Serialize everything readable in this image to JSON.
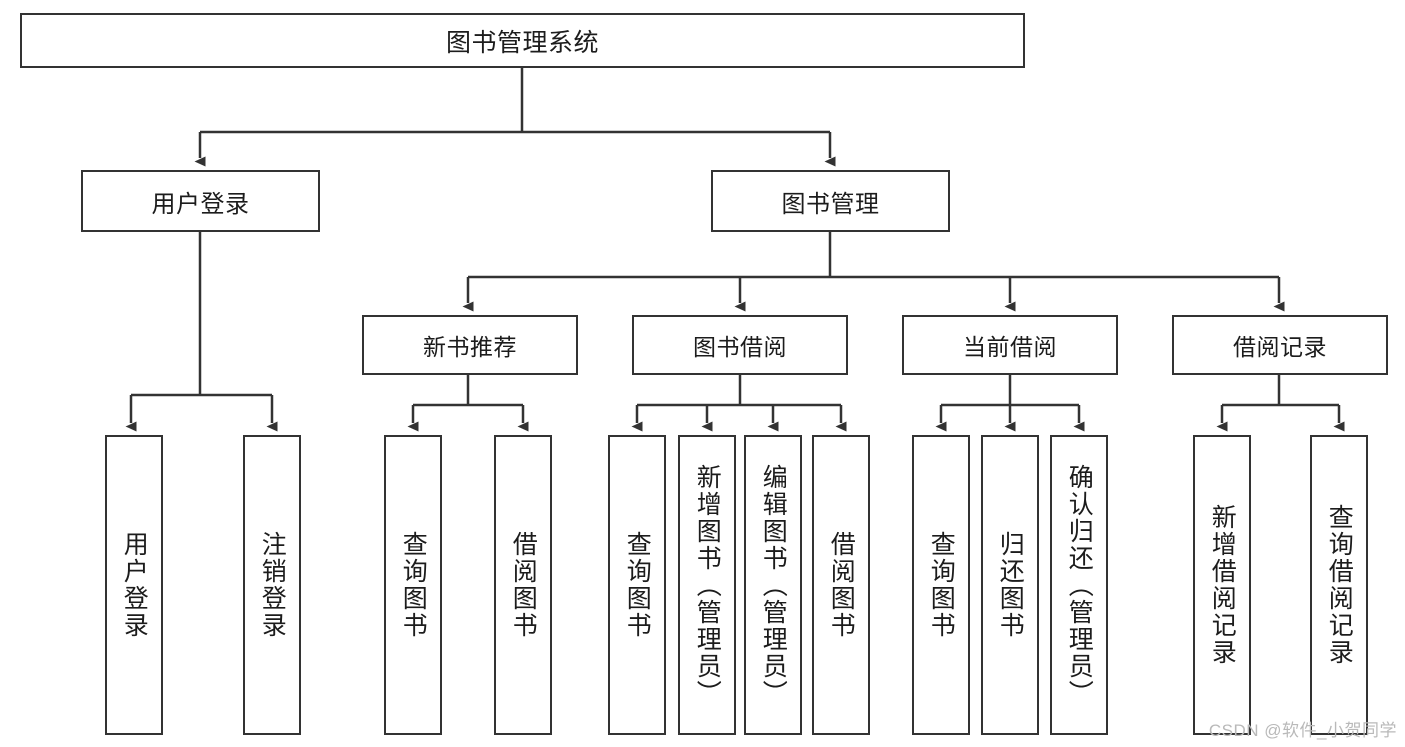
{
  "diagram": {
    "type": "tree",
    "title": "图书管理系统",
    "orientation": "top-down",
    "colors": {
      "box_border": "#333333",
      "box_fill": "#ffffff",
      "connector": "#333333",
      "text": "#1c1c1c",
      "watermark": "#b9b9b9",
      "background": "#ffffff"
    },
    "root": {
      "label": "图书管理系统"
    },
    "level2": [
      {
        "label": "用户登录"
      },
      {
        "label": "图书管理"
      }
    ],
    "level3": [
      {
        "label": "新书推荐"
      },
      {
        "label": "图书借阅"
      },
      {
        "label": "当前借阅"
      },
      {
        "label": "借阅记录"
      }
    ],
    "leaves": {
      "user_login": [
        {
          "label": "用户登录"
        },
        {
          "label": "注销登录"
        }
      ],
      "new_book_recommend": [
        {
          "label": "查询图书"
        },
        {
          "label": "借阅图书"
        }
      ],
      "book_borrow": [
        {
          "label": "查询图书"
        },
        {
          "label": "新增图书（管理员）"
        },
        {
          "label": "编辑图书（管理员）"
        },
        {
          "label": "借阅图书"
        }
      ],
      "current_borrow": [
        {
          "label": "查询图书"
        },
        {
          "label": "归还图书"
        },
        {
          "label": "确认归还（管理员）"
        }
      ],
      "borrow_record": [
        {
          "label": "新增借阅记录"
        },
        {
          "label": "查询借阅记录"
        }
      ]
    }
  },
  "watermark": {
    "text": "CSDN @软件_小贺同学"
  }
}
